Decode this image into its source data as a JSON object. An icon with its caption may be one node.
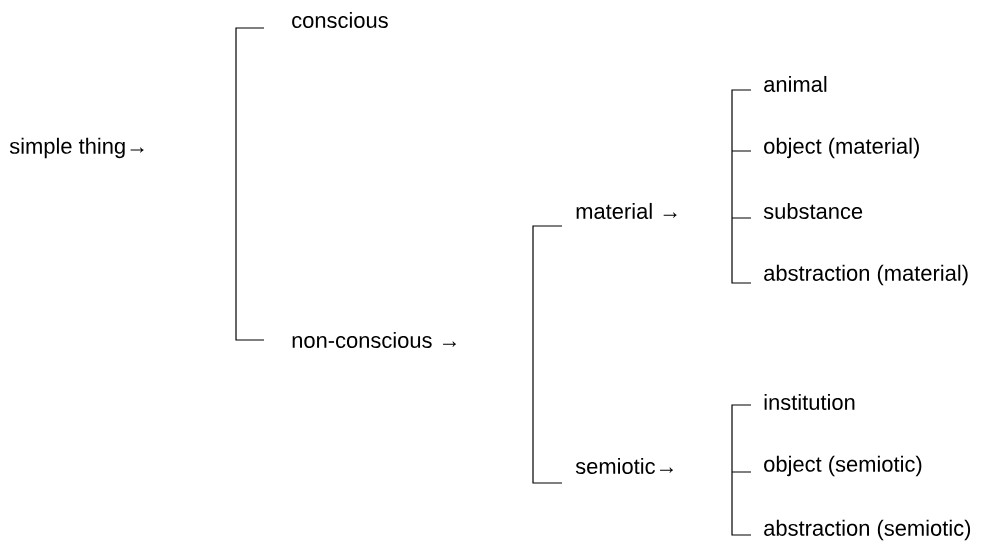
{
  "diagram": {
    "labels": [
      "simple thing→",
      "conscious",
      "non-conscious →",
      "material →",
      "semiotic→",
      "animal",
      "object (material)",
      "substance",
      "abstraction (material)",
      "institution",
      "object (semiotic)",
      "abstraction (semiotic)"
    ]
  }
}
